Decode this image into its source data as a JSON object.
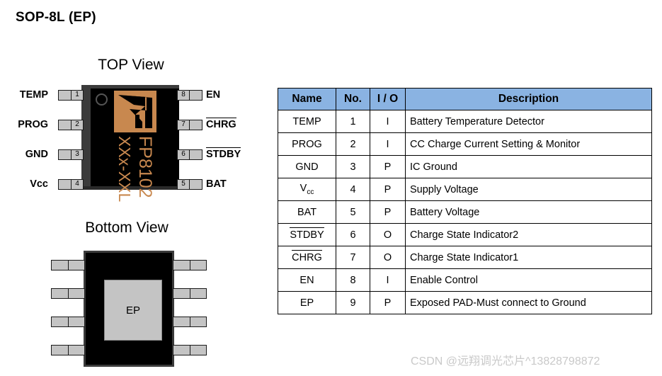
{
  "page": {
    "title": "SOP-8L (EP)",
    "watermark": "CSDN @远翔调光芯片^13828798872"
  },
  "colors": {
    "header_blue": "#8AB3E2",
    "logo_tan": "#C8884F",
    "lead_gray": "#C4C4C4",
    "body_black": "#000000",
    "bevel_gray": "#3B3B3B",
    "watermark_gray": "#C9C9C9"
  },
  "top_view": {
    "caption": "TOP View",
    "marking_line1": "FP8102",
    "marking_line2": "XXx-XXL",
    "left_pins": [
      {
        "label": "TEMP",
        "number": "1",
        "overline": false
      },
      {
        "label": "PROG",
        "number": "2",
        "overline": false
      },
      {
        "label": "GND",
        "number": "3",
        "overline": false
      },
      {
        "label": "Vcc",
        "number": "4",
        "overline": false
      }
    ],
    "right_pins": [
      {
        "label": "EN",
        "number": "8",
        "overline": false
      },
      {
        "label": "CHRG",
        "number": "7",
        "overline": true
      },
      {
        "label": "STDBY",
        "number": "6",
        "overline": true
      },
      {
        "label": "BAT",
        "number": "5",
        "overline": false
      }
    ]
  },
  "bottom_view": {
    "caption": "Bottom View",
    "ep_label": "EP"
  },
  "pin_table": {
    "headers": [
      "Name",
      "No.",
      "I / O",
      "Description"
    ],
    "rows": [
      {
        "name": "TEMP",
        "overline": false,
        "sub": "",
        "no": "1",
        "io": "I",
        "desc": "Battery Temperature Detector"
      },
      {
        "name": "PROG",
        "overline": false,
        "sub": "",
        "no": "2",
        "io": "I",
        "desc": "CC Charge Current Setting & Monitor"
      },
      {
        "name": "GND",
        "overline": false,
        "sub": "",
        "no": "3",
        "io": "P",
        "desc": "IC Ground"
      },
      {
        "name": "V",
        "overline": false,
        "sub": "cc",
        "no": "4",
        "io": "P",
        "desc": "Supply Voltage"
      },
      {
        "name": "BAT",
        "overline": false,
        "sub": "",
        "no": "5",
        "io": "P",
        "desc": "Battery Voltage"
      },
      {
        "name": "STDBY",
        "overline": true,
        "sub": "",
        "no": "6",
        "io": "O",
        "desc": "Charge State Indicator2"
      },
      {
        "name": "CHRG",
        "overline": true,
        "sub": "",
        "no": "7",
        "io": "O",
        "desc": "Charge State Indicator1"
      },
      {
        "name": "EN",
        "overline": false,
        "sub": "",
        "no": "8",
        "io": "I",
        "desc": "Enable Control"
      },
      {
        "name": "EP",
        "overline": false,
        "sub": "",
        "no": "9",
        "io": "P",
        "desc": "Exposed PAD-Must connect to Ground"
      }
    ]
  }
}
